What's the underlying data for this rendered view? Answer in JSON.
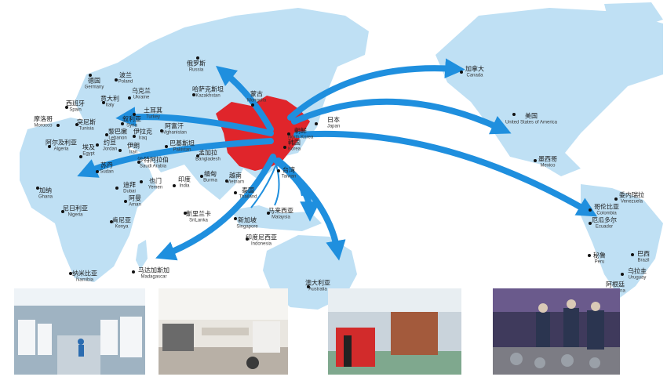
{
  "colors": {
    "ocean": "#ffffff",
    "land": "#bfe0f4",
    "china": "#e0252b",
    "arrow": "#1f8fde",
    "label": "#1a1a1a"
  },
  "labels": [
    {
      "id": "russia",
      "cn": "俄罗斯",
      "en": "Russia"
    },
    {
      "id": "poland",
      "cn": "波兰",
      "en": "Poland"
    },
    {
      "id": "germany",
      "cn": "德国",
      "en": "Germany"
    },
    {
      "id": "ukraine",
      "cn": "乌克兰",
      "en": "Ukraine"
    },
    {
      "id": "kazakhstan",
      "cn": "哈萨克斯坦",
      "en": "Kazakhstan"
    },
    {
      "id": "mongolia",
      "cn": "蒙古",
      "en": "Mongolia"
    },
    {
      "id": "spain",
      "cn": "西班牙",
      "en": "Spain"
    },
    {
      "id": "italy",
      "cn": "意大利",
      "en": "Italy"
    },
    {
      "id": "turkey",
      "cn": "土耳其",
      "en": "Turkey"
    },
    {
      "id": "morocco",
      "cn": "摩洛哥",
      "en": "Morocco"
    },
    {
      "id": "tunisia",
      "cn": "突尼斯",
      "en": "Tunisia"
    },
    {
      "id": "syria",
      "cn": "叙利亚",
      "en": "Syria"
    },
    {
      "id": "lebanon",
      "cn": "黎巴嫩",
      "en": "Lebanon"
    },
    {
      "id": "iraq",
      "cn": "伊拉克",
      "en": "Iraq"
    },
    {
      "id": "afghanistan",
      "cn": "阿富汗",
      "en": "Afghanistan"
    },
    {
      "id": "algeria",
      "cn": "阿尔及利亚",
      "en": "Algeria"
    },
    {
      "id": "jordan",
      "cn": "约旦",
      "en": "Jordan"
    },
    {
      "id": "iran",
      "cn": "伊朗",
      "en": "Iran"
    },
    {
      "id": "pakistan",
      "cn": "巴基斯坦",
      "en": "Pakistan"
    },
    {
      "id": "egypt",
      "cn": "埃及",
      "en": "Egypt"
    },
    {
      "id": "saudi",
      "cn": "沙特阿拉伯",
      "en": "Saudi Arabia"
    },
    {
      "id": "sudan",
      "cn": "苏丹",
      "en": "Sudan"
    },
    {
      "id": "bangladesh",
      "cn": "孟加拉",
      "en": "Bangladesh"
    },
    {
      "id": "northkorea",
      "cn": "朝鲜",
      "en": "North Korea"
    },
    {
      "id": "southkorea",
      "cn": "韩国",
      "en": "Korea"
    },
    {
      "id": "japan",
      "cn": "日本",
      "en": "Japan"
    },
    {
      "id": "dubai",
      "cn": "迪拜",
      "en": "Dubai"
    },
    {
      "id": "yemen",
      "cn": "也门",
      "en": "Yemen"
    },
    {
      "id": "india",
      "cn": "印度",
      "en": "India"
    },
    {
      "id": "burma",
      "cn": "缅甸",
      "en": "Burma"
    },
    {
      "id": "vietnam",
      "cn": "越南",
      "en": "Vietnam"
    },
    {
      "id": "taiwan",
      "cn": "台湾",
      "en": "Taiwan"
    },
    {
      "id": "ghana",
      "cn": "加纳",
      "en": "Ghana"
    },
    {
      "id": "oman",
      "cn": "阿曼",
      "en": "Aman"
    },
    {
      "id": "thailand",
      "cn": "泰国",
      "en": "Thailand"
    },
    {
      "id": "nigeria",
      "cn": "尼日利亚",
      "en": "Nigeria"
    },
    {
      "id": "kenya",
      "cn": "肯尼亚",
      "en": "Kenya"
    },
    {
      "id": "srilanka",
      "cn": "斯里兰卡",
      "en": "SriLanka"
    },
    {
      "id": "singapore",
      "cn": "新加坡",
      "en": "Singapore"
    },
    {
      "id": "malaysia",
      "cn": "马来西亚",
      "en": "Malaysia"
    },
    {
      "id": "indonesia",
      "cn": "印度尼西亚",
      "en": "Indonesia"
    },
    {
      "id": "madagascar",
      "cn": "马达加斯加",
      "en": "Madagascar"
    },
    {
      "id": "namibia",
      "cn": "纳米比亚",
      "en": "Namibia"
    },
    {
      "id": "australia",
      "cn": "澳大利亚",
      "en": "Australia"
    },
    {
      "id": "canada",
      "cn": "加拿大",
      "en": "Canada"
    },
    {
      "id": "usa",
      "cn": "美国",
      "en": "United States of America"
    },
    {
      "id": "mexico",
      "cn": "墨西哥",
      "en": "Mexico"
    },
    {
      "id": "venezuela",
      "cn": "委内瑞拉",
      "en": "Venezuela"
    },
    {
      "id": "colombia",
      "cn": "哥伦比亚",
      "en": "Colombia"
    },
    {
      "id": "ecuador",
      "cn": "厄瓜多尔",
      "en": "Ecuador"
    },
    {
      "id": "peru",
      "cn": "秘鲁",
      "en": "Peru"
    },
    {
      "id": "brazil",
      "cn": "巴西",
      "en": "Brazil"
    },
    {
      "id": "uruguay",
      "cn": "乌拉圭",
      "en": "Uruguay"
    },
    {
      "id": "argentina",
      "cn": "阿根廷",
      "en": "Argentina"
    }
  ],
  "photos": [
    {
      "id": "factory-floor",
      "subject": "CNC machining workshop"
    },
    {
      "id": "lab",
      "subject": "testing laboratory"
    },
    {
      "id": "warehouse",
      "subject": "warehouse with red forklift and truck"
    },
    {
      "id": "exhibition",
      "subject": "trade show booth with visitors"
    }
  ]
}
